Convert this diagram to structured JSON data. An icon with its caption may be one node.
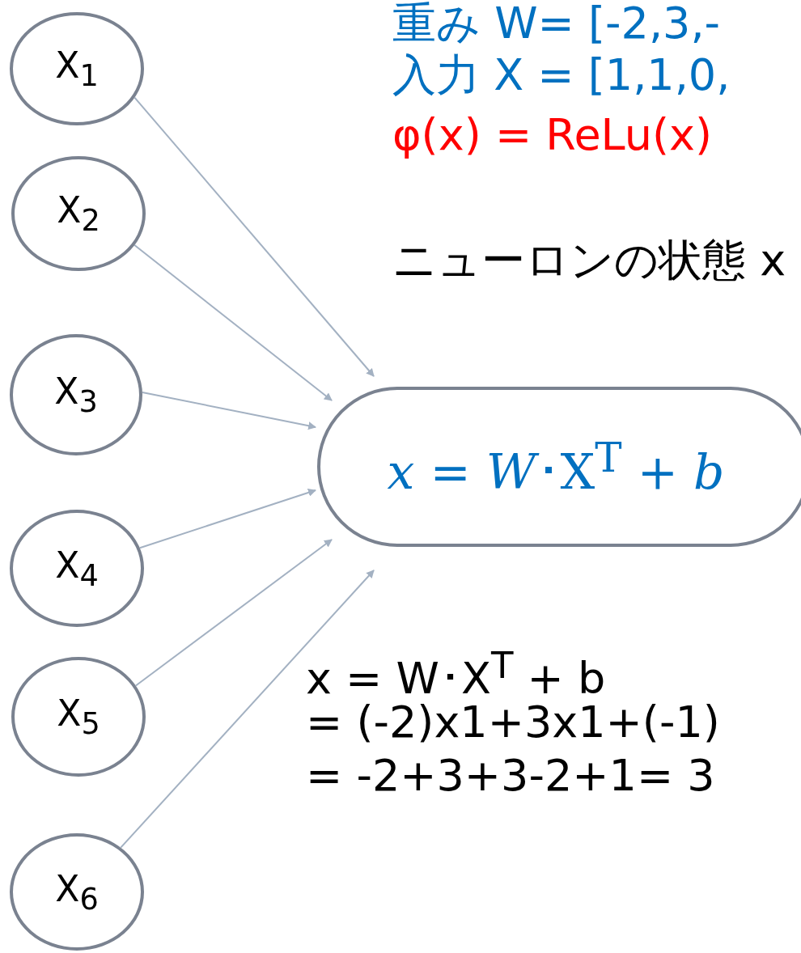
{
  "diagram": {
    "nodes": [
      {
        "text": [
          "X$_{1}$"
        ]
      },
      {
        "text": [
          "X$_{2}$"
        ]
      },
      {
        "text": [
          "X$_{3}$"
        ]
      },
      {
        "text": [
          "X$_{4}$"
        ]
      },
      {
        "text": [
          "X$_{5}$"
        ]
      },
      {
        "text": [
          "X$_{6}$"
        ]
      },
      {
        "text": [
          "*x* = *W*･X$^{T}$ + *b*"
        ]
      }
    ],
    "edges": [
      {
        "from": 0,
        "to": 6,
        "arrow": "to"
      },
      {
        "from": 1,
        "to": 6,
        "arrow": "to"
      },
      {
        "from": 2,
        "to": 6,
        "arrow": "to"
      },
      {
        "from": 3,
        "to": 6,
        "arrow": "to"
      },
      {
        "from": 4,
        "to": 6,
        "arrow": "to"
      },
      {
        "from": 5,
        "to": 6,
        "arrow": "to"
      }
    ],
    "labels": [
      "重み W= [-2,3,-",
      "入力 X = [1,1,0,",
      "φ(x) = ReLu(x)",
      "ニューロンの状態 x",
      "x = W･X$^{T}$ + b",
      "= (-2)x1+3x1+(-1)",
      "= -2+3+3-2+1= 3"
    ]
  }
}
